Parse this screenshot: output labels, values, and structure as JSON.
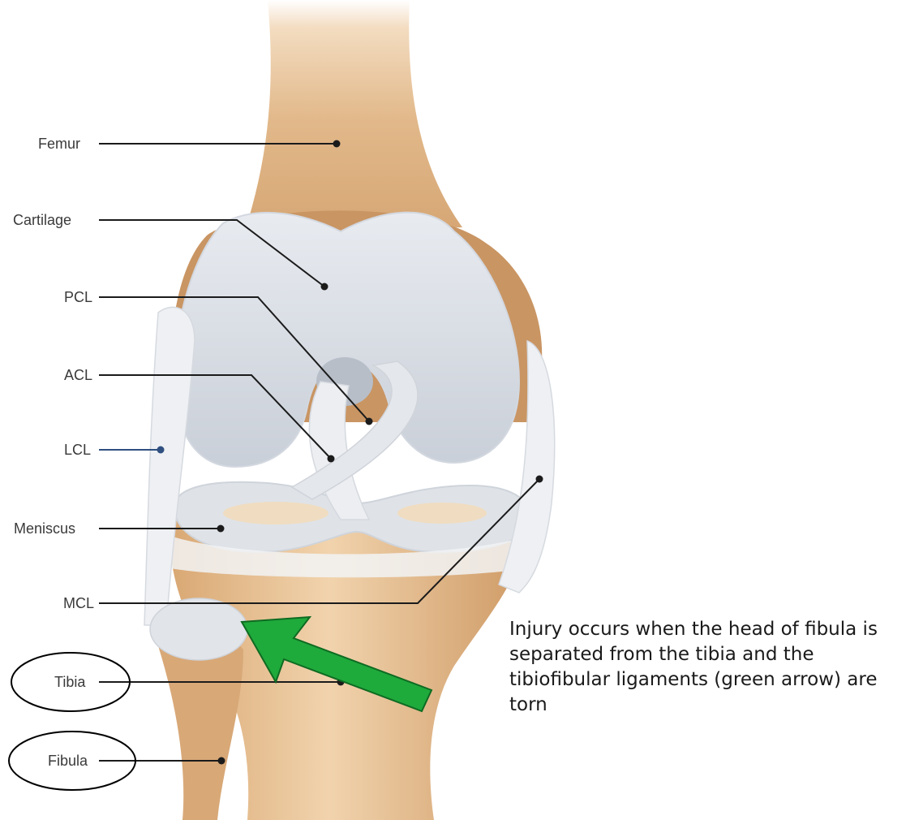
{
  "labels": {
    "femur": "Femur",
    "cartilage": "Cartilage",
    "pcl": "PCL",
    "acl": "ACL",
    "lcl": "LCL",
    "meniscus": "Meniscus",
    "mcl": "MCL",
    "tibia": "Tibia",
    "fibula": "Fibula"
  },
  "caption": "Injury occurs when the head of fibula is separated from the tibia and the tibiofibular ligaments (green arrow) are torn",
  "colors": {
    "bone": "#e8c59a",
    "bone_dark": "#c99563",
    "cartilage": "#dde2ea",
    "ligament": "#eceef1",
    "lcl_line": "#2f4f80",
    "arrow": "#1faa3c"
  }
}
